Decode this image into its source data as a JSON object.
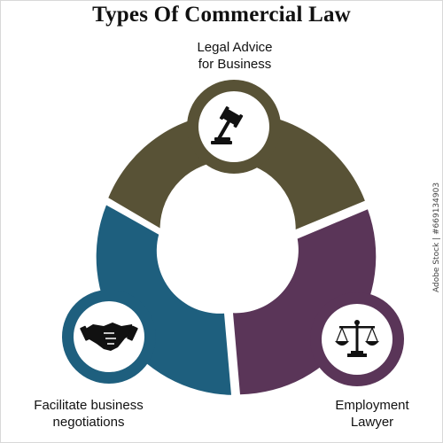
{
  "title": "Types Of Commercial Law",
  "segments": [
    {
      "label_lines": [
        "Legal Advice",
        "for Business"
      ],
      "icon": "gavel-icon",
      "color": "#585236"
    },
    {
      "label_lines": [
        "Employment",
        "Lawyer"
      ],
      "icon": "scales-of-justice-icon",
      "color": "#5a3558"
    },
    {
      "label_lines": [
        "Facilitate business",
        "negotiations"
      ],
      "icon": "handshake-icon",
      "color": "#1e5f7e"
    }
  ],
  "watermark": "Adobe Stock | #669134903",
  "colors": {
    "ring_top": "#585236",
    "ring_right": "#5a3558",
    "ring_left": "#1e5f7e",
    "background": "#ffffff",
    "text": "#111111"
  }
}
